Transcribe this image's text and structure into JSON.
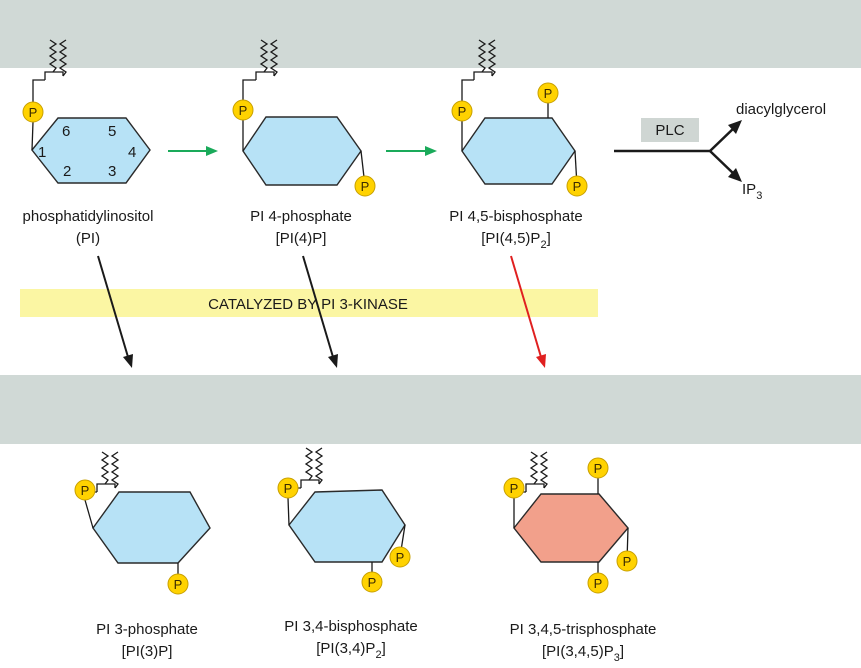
{
  "colors": {
    "membrane": "#d0d9d6",
    "band": "#fbf6a3",
    "ring_blue": "#b7e2f6",
    "ring_red": "#f2a08b",
    "phosphate": "#ffd200",
    "green_arrow": "#1aaa5a",
    "red_arrow": "#e02020",
    "black_arrow": "#1a1a1a",
    "plc_box": "#cfd6d3"
  },
  "phosphate_label": "P",
  "ring_numbers": [
    "1",
    "2",
    "3",
    "4",
    "5",
    "6"
  ],
  "band_label": "CATALYZED BY PI 3-KINASE",
  "plc": {
    "label": "PLC",
    "product1": "diacylglycerol",
    "product2_base": "IP",
    "product2_sub": "3"
  },
  "molecules": [
    {
      "line1": "phosphatidylinositol",
      "line2_pre": "(PI)",
      "line2_sub": "",
      "line2_post": ""
    },
    {
      "line1": "PI 4-phosphate",
      "line2_pre": "[PI(4)P]",
      "line2_sub": "",
      "line2_post": ""
    },
    {
      "line1": "PI 4,5-bisphosphate",
      "line2_pre": "[PI(4,5)P",
      "line2_sub": "2",
      "line2_post": "]"
    },
    {
      "line1": "PI 3-phosphate",
      "line2_pre": "[PI(3)P]",
      "line2_sub": "",
      "line2_post": ""
    },
    {
      "line1": "PI 3,4-bisphosphate",
      "line2_pre": "[PI(3,4)P",
      "line2_sub": "2",
      "line2_post": "]"
    },
    {
      "line1": "PI 3,4,5-trisphosphate",
      "line2_pre": "[PI(3,4,5)P",
      "line2_sub": "3",
      "line2_post": "]"
    }
  ]
}
